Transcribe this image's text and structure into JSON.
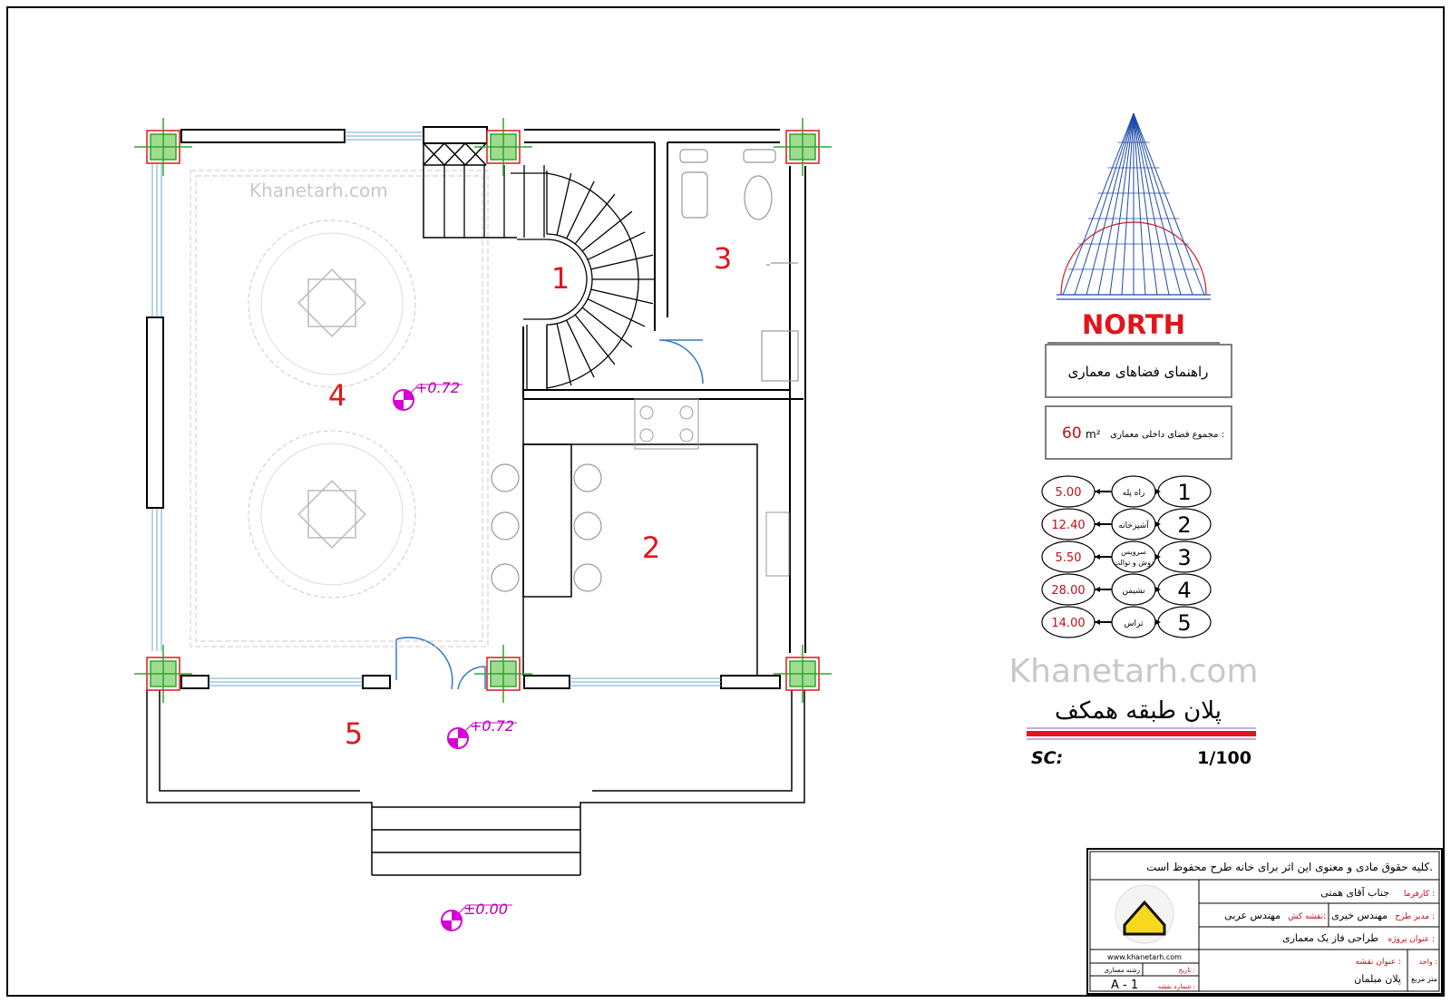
{
  "watermark": "Khanetarh.com",
  "north_label": "NORTH",
  "rooms": [
    {
      "number": "1",
      "name": "راه پله",
      "area": "5.00"
    },
    {
      "number": "2",
      "name": "آشپزخانه",
      "area": "12.40"
    },
    {
      "number": "3",
      "name_line1": "سرویس",
      "name_line2": "دوش و توالت",
      "area": "5.50"
    },
    {
      "number": "4",
      "name": "نشیمن",
      "area": "28.00"
    },
    {
      "number": "5",
      "name": "تراس",
      "area": "14.00"
    }
  ],
  "levels": {
    "interior": "+0.72",
    "terrace": "+0.72",
    "ground": "±0.00"
  },
  "legend": {
    "title": "راهنمای فضاهای معماری",
    "total_label": "مجموع فضای داخلی معماری :",
    "total_value": "60",
    "total_unit": "m²"
  },
  "plan_title": "پلان طبقه همکف",
  "scale_label": "SC:",
  "scale_value": "1/100",
  "title_block": {
    "copyright": "کلیه حقوق مادی و معنوی این اثر برای خانه طرح محفوظ است.",
    "client_label": "کارفرما :",
    "client_value": "جناب آقای همتی",
    "manager_label": "مدیر طرح :",
    "manager_value": "مهندس خیری",
    "drafter_label": "نقشه کش:",
    "drafter_value": "مهندس عربی",
    "project_label": "عنوان پروژه :",
    "project_value": "طراحی فاز یک معماری",
    "unit_label": "واحد :",
    "unit_value": "متر مربع",
    "drawing_title_label": "عنوان نقشه :",
    "drawing_title_value": "پلان مبلمان",
    "website": "www.khanetarh.com",
    "date_label": "تاریخ :",
    "discipline": "رشته معماری",
    "sheet_label": "شماره نقشه :",
    "sheet_value": "A - 1"
  },
  "colors": {
    "wall": "#000000",
    "red": "#e0161c",
    "window": "#6fa9d6",
    "column_fill": "#7cd36a",
    "level_marker": "#d400d4",
    "north_blue": "#1f4aa8"
  }
}
